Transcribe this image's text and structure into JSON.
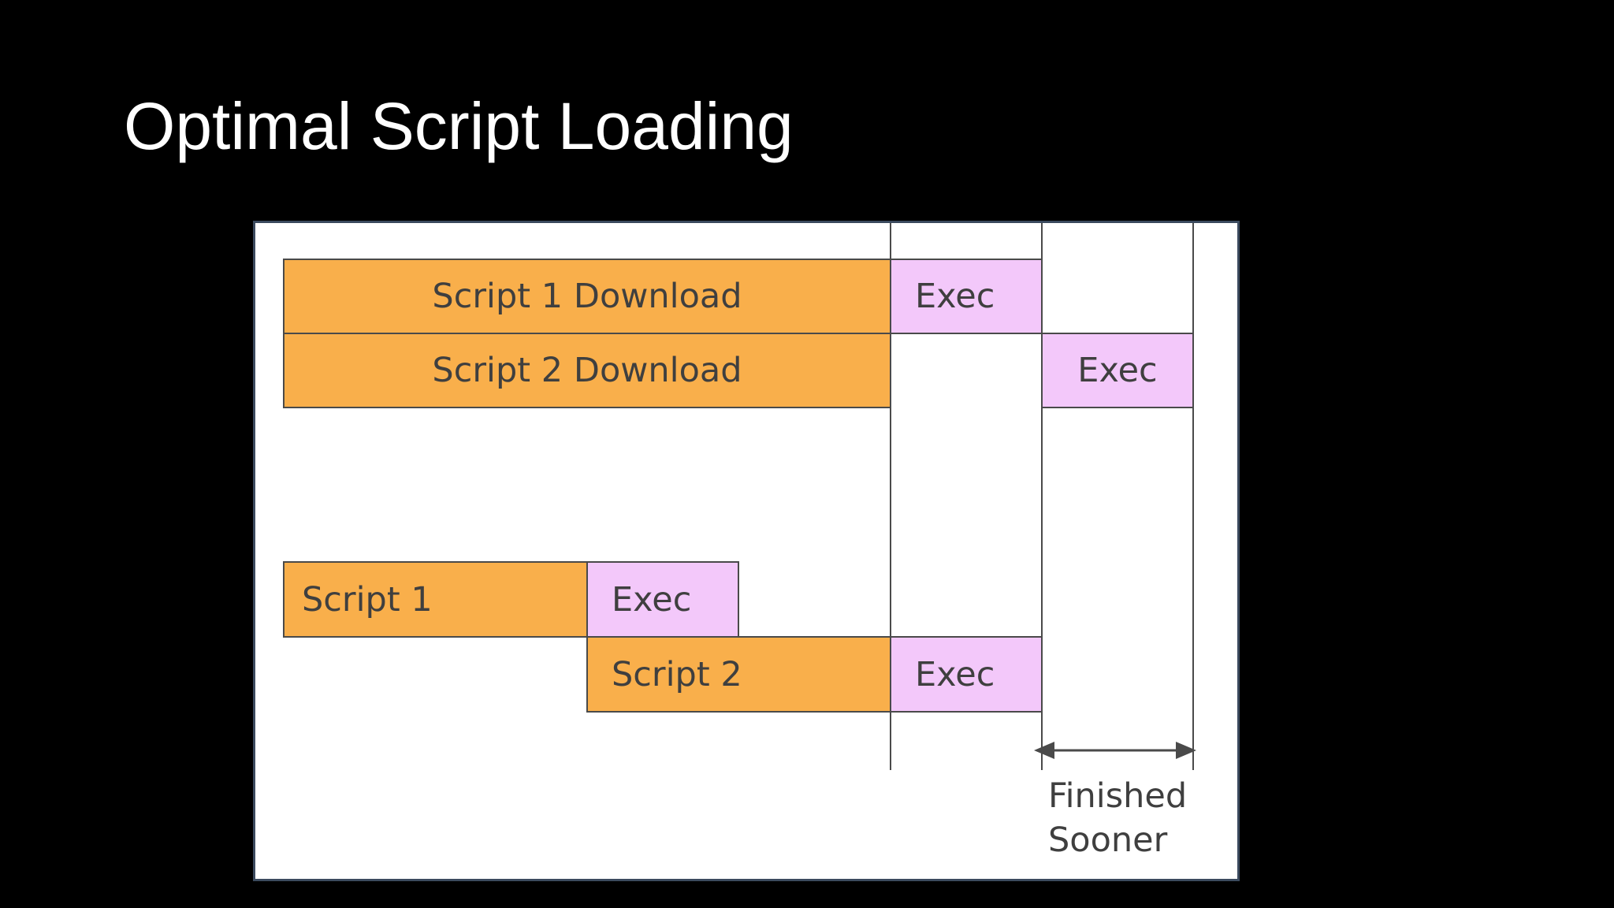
{
  "slide": {
    "title": "Optimal Script Loading"
  },
  "diagram": {
    "parallel": {
      "script1_download": "Script 1 Download",
      "script1_exec": "Exec",
      "script2_download": "Script 2 Download",
      "script2_exec": "Exec"
    },
    "sequential": {
      "script1": "Script 1",
      "script1_exec": "Exec",
      "script2": "Script 2",
      "script2_exec": "Exec"
    },
    "annotation": {
      "line1": "Finished",
      "line2": "Sooner"
    },
    "colors": {
      "download": "#f9af4b",
      "exec": "#f3c8fa",
      "border": "#4a4a4a",
      "text": "#3f3f3f",
      "background": "#000000",
      "panel": "#ffffff"
    }
  }
}
